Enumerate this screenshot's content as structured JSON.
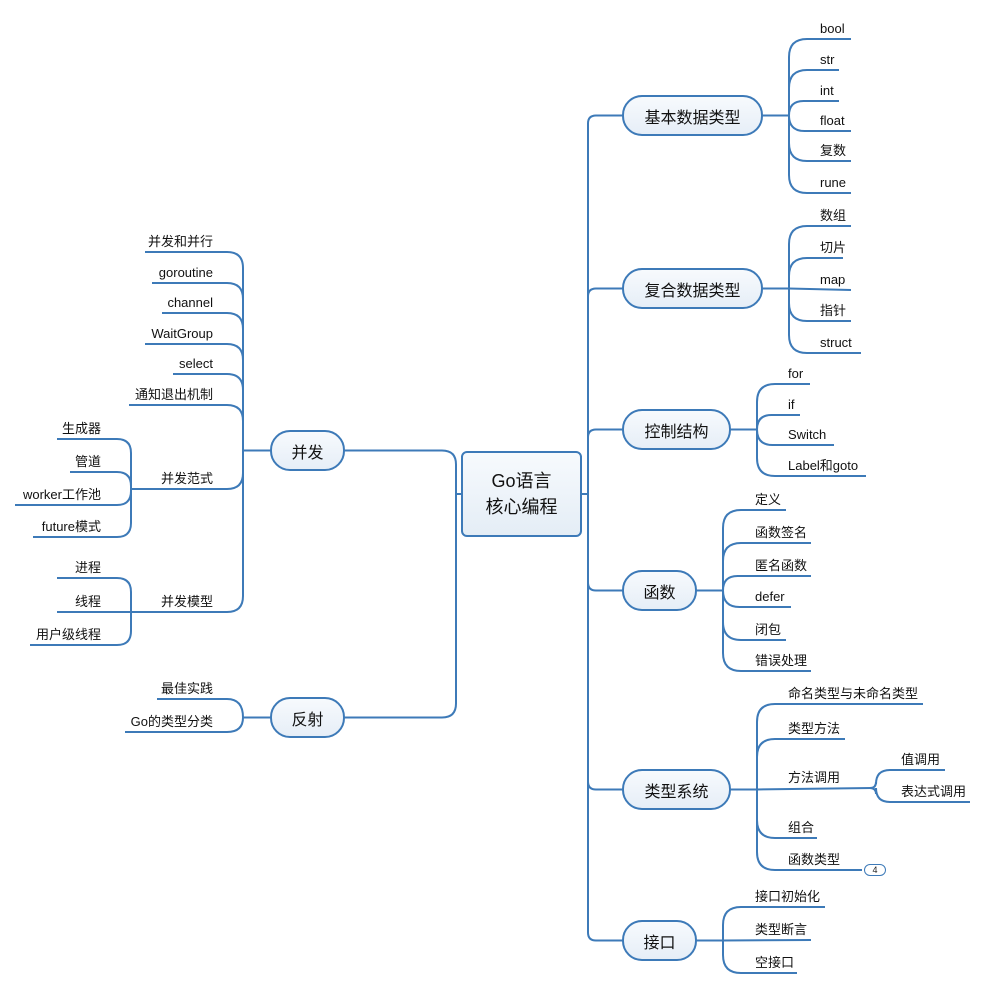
{
  "root": {
    "line1": "Go语言",
    "line2": "核心编程"
  },
  "colors": {
    "line": "#3d7ab8",
    "node_fill": "#eaf1f8",
    "text": "#111111"
  },
  "right": [
    {
      "label": "基本数据类型",
      "children": [
        {
          "label": "bool"
        },
        {
          "label": "str"
        },
        {
          "label": "int"
        },
        {
          "label": "float"
        },
        {
          "label": "复数"
        },
        {
          "label": "rune"
        }
      ]
    },
    {
      "label": "复合数据类型",
      "children": [
        {
          "label": "数组"
        },
        {
          "label": "切片"
        },
        {
          "label": "map"
        },
        {
          "label": "指针"
        },
        {
          "label": "struct"
        }
      ]
    },
    {
      "label": "控制结构",
      "children": [
        {
          "label": "for"
        },
        {
          "label": "if"
        },
        {
          "label": "Switch"
        },
        {
          "label": "Label和goto"
        }
      ]
    },
    {
      "label": "函数",
      "children": [
        {
          "label": "定义"
        },
        {
          "label": "函数签名"
        },
        {
          "label": "匿名函数"
        },
        {
          "label": "defer"
        },
        {
          "label": "闭包"
        },
        {
          "label": "错误处理"
        }
      ]
    },
    {
      "label": "类型系统",
      "children": [
        {
          "label": "命名类型与未命名类型"
        },
        {
          "label": "类型方法"
        },
        {
          "label": "方法调用",
          "children": [
            {
              "label": "值调用"
            },
            {
              "label": "表达式调用"
            }
          ]
        },
        {
          "label": "组合"
        },
        {
          "label": "函数类型",
          "collapsed_count": "4"
        }
      ]
    },
    {
      "label": "接口",
      "children": [
        {
          "label": "接口初始化"
        },
        {
          "label": "类型断言"
        },
        {
          "label": "空接口"
        }
      ]
    }
  ],
  "left": [
    {
      "label": "并发",
      "children": [
        {
          "label": "并发和并行"
        },
        {
          "label": "goroutine"
        },
        {
          "label": "channel"
        },
        {
          "label": "WaitGroup"
        },
        {
          "label": "select"
        },
        {
          "label": "通知退出机制"
        },
        {
          "label": "并发范式",
          "children": [
            {
              "label": "生成器"
            },
            {
              "label": "管道"
            },
            {
              "label": "worker工作池"
            },
            {
              "label": "future模式"
            }
          ]
        },
        {
          "label": "并发模型",
          "children": [
            {
              "label": "进程"
            },
            {
              "label": "线程"
            },
            {
              "label": "用户级线程"
            }
          ]
        }
      ]
    },
    {
      "label": "反射",
      "children": [
        {
          "label": "最佳实践"
        },
        {
          "label": "Go的类型分类"
        }
      ]
    }
  ]
}
